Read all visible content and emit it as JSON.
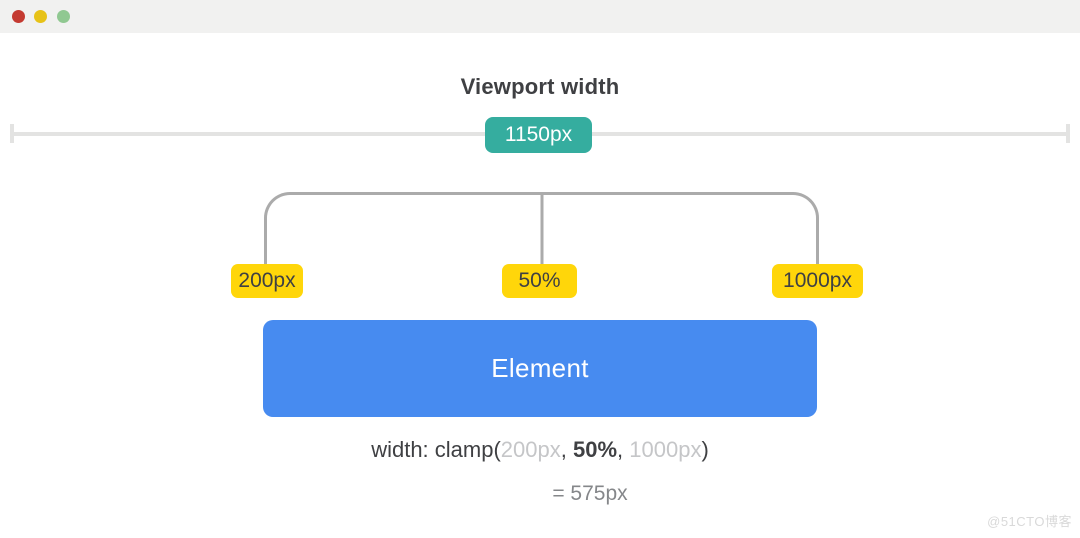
{
  "window": {
    "titlebar_color": "#f1f1f0",
    "buttons": {
      "close_color": "#c43a31",
      "minimize_color": "#e7c217",
      "zoom_color": "#90c891"
    }
  },
  "header": {
    "title": "Viewport width"
  },
  "ruler": {
    "badge_label": "1150px",
    "badge_color": "#35ad9f",
    "line_color": "#e3e3e2"
  },
  "clamp_badges": [
    {
      "role": "min",
      "label": "200px"
    },
    {
      "role": "preferred",
      "label": "50%"
    },
    {
      "role": "max",
      "label": "1000px"
    }
  ],
  "badge_color_yellow": "#ffd60a",
  "bracket_color": "#ababab",
  "element": {
    "label": "Element",
    "color": "#478bf0"
  },
  "formula": {
    "prefix": "width: clamp(",
    "min": "200px",
    "separator1": ", ",
    "preferred": "50%",
    "separator2": ", ",
    "max": "1000px",
    "suffix": ")"
  },
  "result": "= 575px",
  "watermark": "@51CTO博客"
}
